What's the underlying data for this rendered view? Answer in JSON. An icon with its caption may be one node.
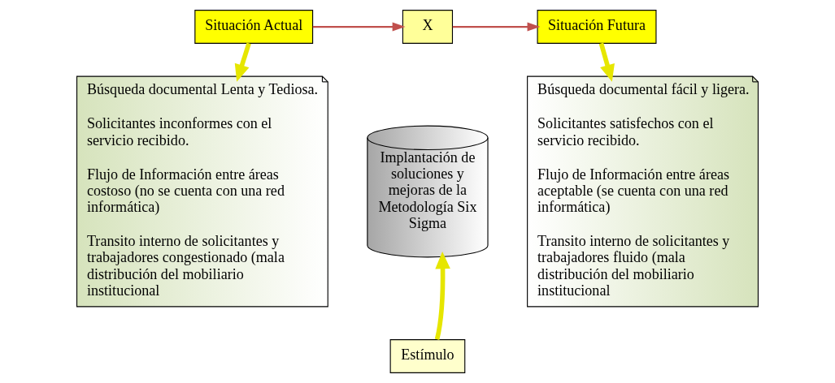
{
  "diagram": {
    "nodes": [
      {
        "text": [
          "Situación Actual"
        ]
      },
      {
        "text": [
          "Búsqueda documental Lenta y Tediosa.",
          "Solicitantes inconformes con el servicio recibido.",
          "Flujo de Información entre áreas costoso (no se cuenta con una red informática)",
          "Transito interno de solicitantes y trabajadores congestionado (mala distribución del mobiliario institucional"
        ]
      },
      {
        "text": [
          "X"
        ]
      },
      {
        "text": [
          "Implantación de soluciones y mejoras de la Metodología Six Sigma"
        ]
      },
      {
        "text": [
          "Estímulo"
        ]
      },
      {
        "text": [
          "Situación Futura"
        ]
      },
      {
        "text": [
          "Búsqueda documental fácil y ligera.",
          "Solicitantes satisfechos con el servicio recibido.",
          "Flujo de Información entre áreas aceptable (se cuenta con una red informática)",
          "Transito interno de solicitantes y trabajadores fluido (mala distribución del mobiliario institucional"
        ]
      }
    ],
    "edges": [
      {
        "from": 0,
        "to": 1,
        "arrow": "to"
      },
      {
        "from": 0,
        "to": 2,
        "arrow": "to",
        "color": "#c0504d"
      },
      {
        "from": 2,
        "to": 5,
        "arrow": "to",
        "color": "#c0504d"
      },
      {
        "from": 5,
        "to": 6,
        "arrow": "to"
      },
      {
        "from": 4,
        "to": 3,
        "arrow": "to"
      }
    ]
  }
}
